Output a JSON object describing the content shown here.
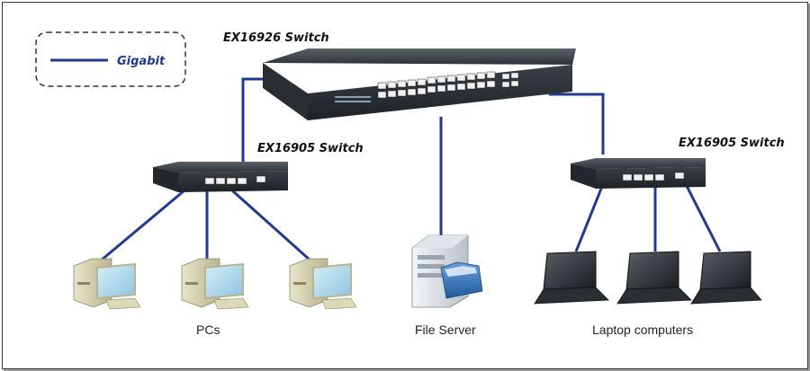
{
  "legend": {
    "label": "Gigabit"
  },
  "devices": {
    "core_switch": {
      "label": "EX16926 Switch"
    },
    "left_switch": {
      "label": "EX16905 Switch"
    },
    "right_switch": {
      "label": "EX16905 Switch"
    }
  },
  "groups": {
    "pcs": {
      "label": "PCs"
    },
    "file_server": {
      "label": "File Server"
    },
    "laptops": {
      "label": "Laptop computers"
    }
  },
  "colors": {
    "link": "#1f3a8f",
    "legend_text": "#1f3a8f",
    "switch_body": "#3c4247",
    "frame": "#3a3a3a"
  }
}
